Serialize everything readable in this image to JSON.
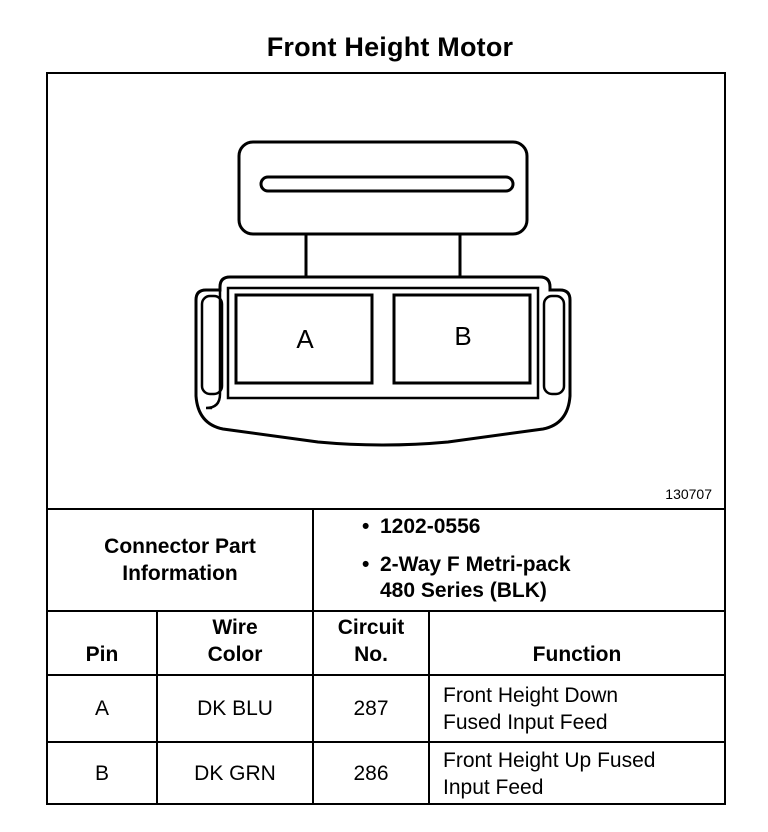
{
  "title": "Front Height Motor",
  "figure_number": "130707",
  "connector": {
    "pins": [
      "A",
      "B"
    ]
  },
  "connector_info": {
    "label_line1": "Connector Part",
    "label_line2": "Information",
    "items": [
      {
        "lines": [
          "1202-0556"
        ]
      },
      {
        "lines": [
          "2-Way F Metri-pack",
          "480 Series (BLK)"
        ]
      }
    ],
    "bullet": "•"
  },
  "table": {
    "headers": {
      "pin": [
        "Pin"
      ],
      "wire_color": [
        "Wire",
        "Color"
      ],
      "circuit_no": [
        "Circuit",
        "No."
      ],
      "function": [
        "Function"
      ]
    },
    "rows": [
      {
        "pin": "A",
        "wire_color": "DK BLU",
        "circuit_no": "287",
        "function": [
          "Front Height Down",
          "Fused Input Feed"
        ]
      },
      {
        "pin": "B",
        "wire_color": "DK GRN",
        "circuit_no": "286",
        "function": [
          "Front Height Up Fused",
          "Input Feed"
        ]
      }
    ]
  }
}
